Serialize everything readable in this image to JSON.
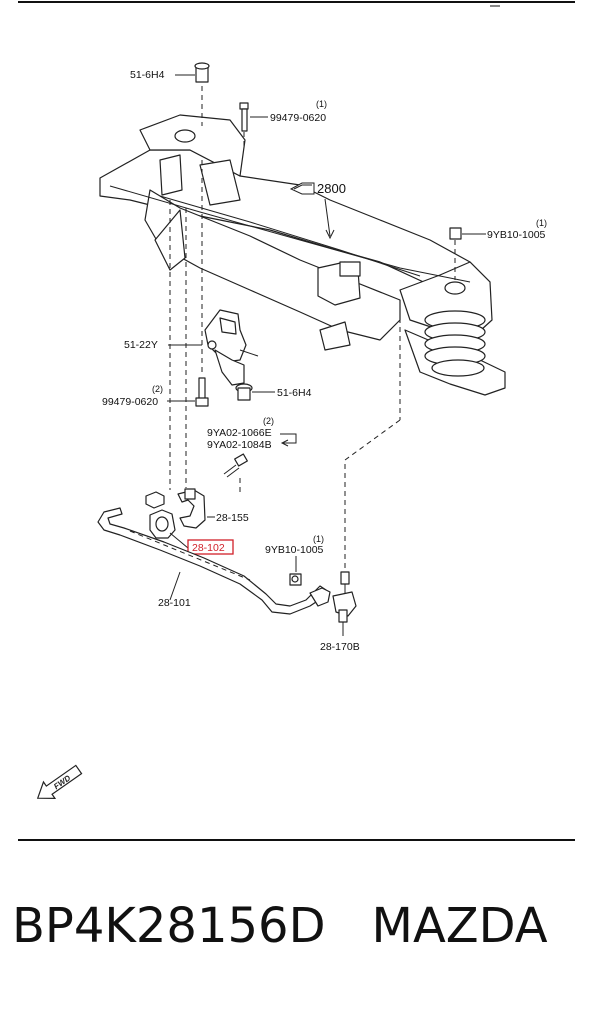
{
  "diagram": {
    "labels": {
      "bolt_top": "51-6H4",
      "bolt_99479_top": "99479-0620",
      "qty_99479_top": "(1)",
      "ref_2800": "2800",
      "nut_9yb10_top": "9YB10-1005",
      "qty_9yb10_top": "(1)",
      "bracket_5122y": "51-22Y",
      "bolt_99479_mid": "99479-0620",
      "qty_99479_mid": "(2)",
      "nut_516h4_mid": "51-6H4",
      "qty_9ya02": "(2)",
      "bolt_9ya02_a": "9YA02-1066E",
      "bolt_9ya02_b": "9YA02-1084B",
      "bracket_28155": "28-155",
      "bushing_28102": "28-102",
      "nut_9yb10_low": "9YB10-1005",
      "qty_9yb10_low": "(1)",
      "stabilizer_28101": "28-101",
      "link_28170b": "28-170B",
      "fwd": "FWD"
    }
  },
  "footer": {
    "part_number": "BP4K28156D",
    "brand": "MAZDA"
  },
  "colors": {
    "highlight": "#d1202a",
    "ink": "#222222"
  }
}
